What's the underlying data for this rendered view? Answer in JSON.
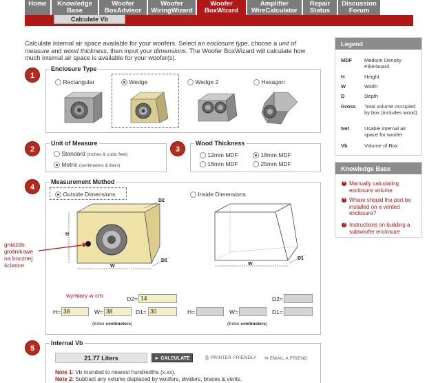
{
  "nav": {
    "tabs": [
      {
        "label": "Home"
      },
      {
        "label": "Knowledge Base"
      },
      {
        "label": "Woofer BoxAdvisor"
      },
      {
        "label": "Woofer WiringWizard"
      },
      {
        "label": "Woofer BoxWizard"
      },
      {
        "label": "Amplifier WireCalculator"
      },
      {
        "label": "Repair Status"
      },
      {
        "label": "Discussion Forum"
      }
    ],
    "subtab": "Calculate Vb"
  },
  "intro": {
    "p1": "Calculate internal air space available for your woofers. Select an ",
    "enclosure_type": "enclosure type",
    "p2": ", choose a ",
    "unit_of_measure": "unit of measure",
    "p3": " and ",
    "wood_thickness": "wood thickness",
    "p4": ", then input your ",
    "dimensions": "dimensions",
    "p5": ". The Woofer BoxWizard will calculate how much internal air space is available for your woofer(s)."
  },
  "steps": [
    "1",
    "2",
    "3",
    "4",
    "5"
  ],
  "enclosure": {
    "title": "Enclosure Type",
    "options": [
      "Rectangular",
      "Wedge",
      "Wedge 2",
      "Hexagon"
    ],
    "selected": "Wedge"
  },
  "unit": {
    "title": "Unit of Measure",
    "standard": "Standard",
    "standard_note": "(inches & cubic feet)",
    "metric": "Metric",
    "metric_note": "(centimeters & liters)",
    "selected": "Metric"
  },
  "wood": {
    "title": "Wood Thickness",
    "options": [
      "12mm MDF",
      "18mm MDF",
      "16mm MDF",
      "25mm MDF"
    ],
    "selected": "18mm MDF"
  },
  "measurement": {
    "title": "Measurement Method",
    "outside": "Outside Dimensions",
    "inside": "Inside Dimensions",
    "selected": "Outside Dimensions",
    "outside_inputs": {
      "H": "38",
      "W": "38",
      "D2": "14",
      "D1": "30"
    },
    "inside_inputs": {
      "H": "",
      "W": "",
      "D2": "",
      "D1": ""
    },
    "labels": {
      "H": "H=",
      "W": "W=",
      "D2": "D2=",
      "D1": "D1="
    },
    "enter_prefix": "(Enter ",
    "enter_unit": "centimeters",
    "enter_suffix": ")",
    "diagram_labels": {
      "H": "H",
      "W": "W",
      "D1": "D1",
      "D2": "D2"
    }
  },
  "annotations": {
    "gniazdo": "gniazdo głośnikowe na bocznej ściance",
    "wymiary": "wymiary w cm"
  },
  "internal": {
    "title": "Internal Vb",
    "result": "21.77 Liters",
    "calculate": "► CALCULATE",
    "printer": "PRINTER FRIENDLY",
    "email": "EMAIL A FRIEND",
    "note1_label": "Note 1:",
    "note1": " Vb rounded to nearest hundredths (x.xx).",
    "note2_label": "Note 2:",
    "note2": " Subtract any volume displaced by woofers, dividers, braces & vents."
  },
  "legend": {
    "title": "Legend",
    "items": [
      {
        "abbr": "MDF",
        "desc": "Medium Density Fiberboard"
      },
      {
        "abbr": "H",
        "desc": "Height"
      },
      {
        "abbr": "W",
        "desc": "Width"
      },
      {
        "abbr": "D",
        "desc": "Depth"
      },
      {
        "abbr": "Gross",
        "desc": "Total volume occupied by box (includes wood)"
      },
      {
        "abbr": "Net",
        "desc": "Usable internal air space for woofer"
      },
      {
        "abbr": "Vb",
        "desc": "Volume of Box"
      }
    ]
  },
  "knowledge_base": {
    "title": "Knowledge Base",
    "items": [
      "Manually calculating enclosure volume",
      "Where should the port be installed on a vented enclosure?",
      "Instructions on building a subwoofer enclosure"
    ]
  },
  "colors": {
    "accent": "#b01818",
    "tab_grey": "#7b7b7b",
    "input_yellow": "#f5efc8"
  }
}
